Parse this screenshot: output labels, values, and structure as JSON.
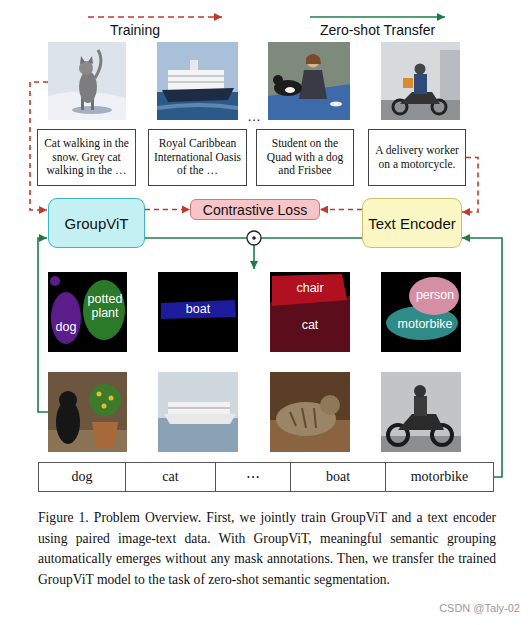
{
  "diagram": {
    "caption": "Figure 1. Problem Overview. First, we jointly train GroupViT and a text encoder using paired image-text data. With GroupViT, meaningful semantic grouping automatically emerges without any mask annotations. Then, we transfer the trained GroupViT model to the task of zero-shot semantic segmentation.",
    "nodes": [
      {
        "text": [
          "Cat walking in the snow. Grey cat walking in the …"
        ]
      },
      {
        "text": [
          "Royal Caribbean International Oasis of the …"
        ]
      },
      {
        "text": [
          "Student on the Quad with a dog and Frisbee"
        ]
      },
      {
        "text": [
          "A delivery worker on a motorcycle."
        ]
      },
      {
        "text": [
          "GroupViT"
        ]
      },
      {
        "text": [
          "Contrastive Loss"
        ]
      },
      {
        "text": [
          "Text Encoder"
        ]
      },
      {
        "text": [
          "dog"
        ]
      },
      {
        "text": [
          "cat"
        ]
      },
      {
        "text": [
          "⋯"
        ]
      },
      {
        "text": [
          "boat"
        ]
      },
      {
        "text": [
          "motorbike"
        ]
      }
    ],
    "edges": [
      {
        "from": 4,
        "to": 5,
        "arrow": "to"
      },
      {
        "from": 6,
        "to": 5,
        "arrow": "to"
      },
      {
        "from": 3,
        "to": 6,
        "arrow": "to"
      },
      {
        "from": 11,
        "to": 6,
        "arrow": "to"
      }
    ],
    "labels": [
      "Training",
      "Zero-shot Transfer",
      "…",
      "dog",
      "potted plant",
      "boat",
      "chair",
      "cat",
      "person",
      "motorbike",
      "CSDN @Taly-02"
    ]
  }
}
